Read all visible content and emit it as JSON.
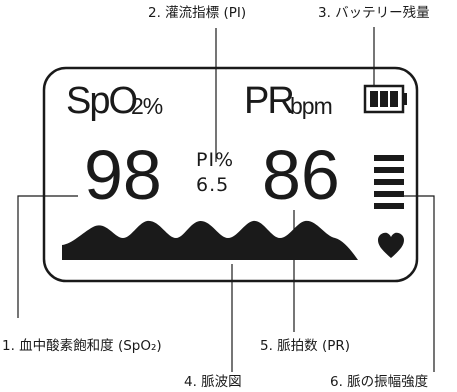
{
  "callouts": {
    "pi": "2. 灌流指標 (PI)",
    "battery": "3. バッテリー残量",
    "spo2": "1. 血中酸素飽和度 (SpO₂)",
    "pulse_rate": "5. 脈拍数 (PR)",
    "pulse_wave": "4. 脈波図",
    "pulse_amplitude": "6. 脈の振幅強度"
  },
  "display": {
    "spo2_label": "SpO",
    "spo2_unit": "2%",
    "pr_label": "PR",
    "pr_unit": "bpm",
    "pi_label": "PI%",
    "pi_value": "6.5",
    "spo2_value": "98",
    "pr_value": "86",
    "amplitude_bars_lit": 5,
    "battery_cells": 3,
    "heart_icon": "heart-icon",
    "battery_icon": "battery-icon"
  },
  "colors": {
    "ink": "#1a1a1a",
    "background": "#ffffff"
  }
}
